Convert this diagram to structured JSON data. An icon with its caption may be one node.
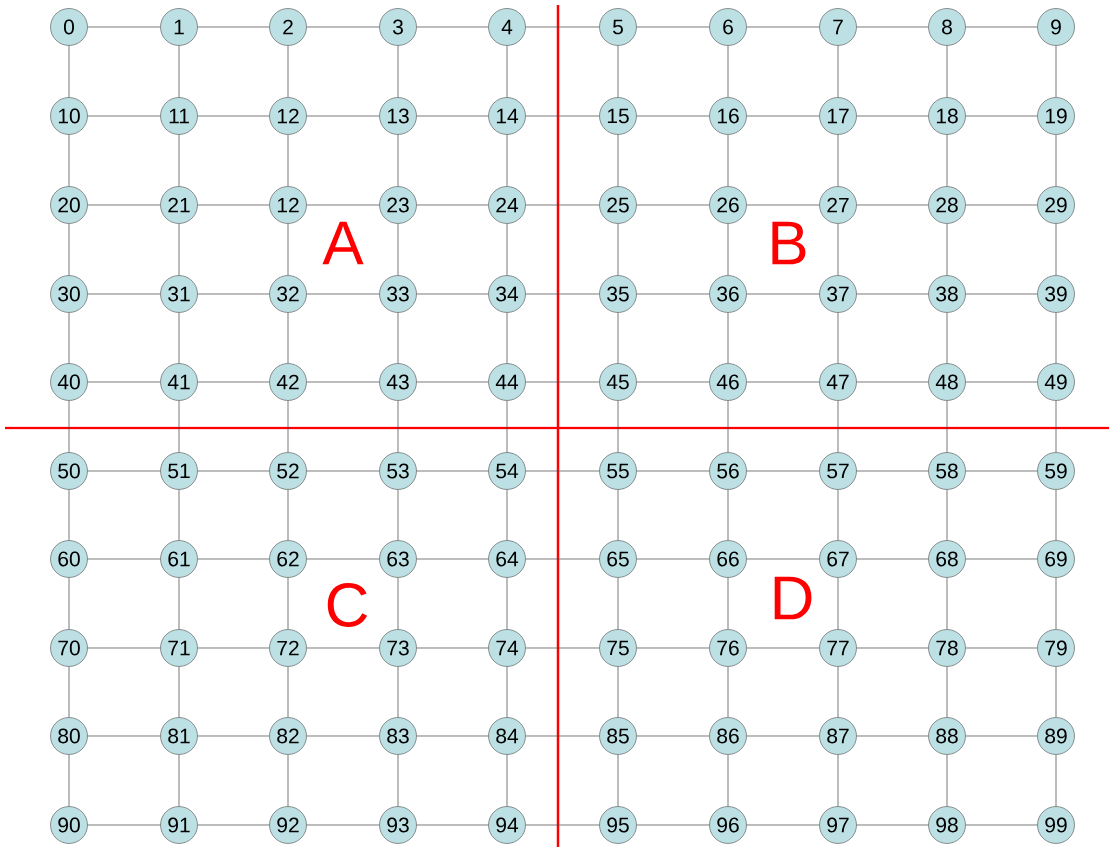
{
  "diagram": {
    "nodes": [
      {
        "text": [
          "0"
        ]
      },
      {
        "text": [
          "1"
        ]
      },
      {
        "text": [
          "2"
        ]
      },
      {
        "text": [
          "3"
        ]
      },
      {
        "text": [
          "4"
        ]
      },
      {
        "text": [
          "5"
        ]
      },
      {
        "text": [
          "6"
        ]
      },
      {
        "text": [
          "7"
        ]
      },
      {
        "text": [
          "8"
        ]
      },
      {
        "text": [
          "9"
        ]
      },
      {
        "text": [
          "10"
        ]
      },
      {
        "text": [
          "11"
        ]
      },
      {
        "text": [
          "12"
        ]
      },
      {
        "text": [
          "13"
        ]
      },
      {
        "text": [
          "14"
        ]
      },
      {
        "text": [
          "15"
        ]
      },
      {
        "text": [
          "16"
        ]
      },
      {
        "text": [
          "17"
        ]
      },
      {
        "text": [
          "18"
        ]
      },
      {
        "text": [
          "19"
        ]
      },
      {
        "text": [
          "20"
        ]
      },
      {
        "text": [
          "21"
        ]
      },
      {
        "text": [
          "12"
        ]
      },
      {
        "text": [
          "23"
        ]
      },
      {
        "text": [
          "24"
        ]
      },
      {
        "text": [
          "25"
        ]
      },
      {
        "text": [
          "26"
        ]
      },
      {
        "text": [
          "27"
        ]
      },
      {
        "text": [
          "28"
        ]
      },
      {
        "text": [
          "29"
        ]
      },
      {
        "text": [
          "30"
        ]
      },
      {
        "text": [
          "31"
        ]
      },
      {
        "text": [
          "32"
        ]
      },
      {
        "text": [
          "33"
        ]
      },
      {
        "text": [
          "34"
        ]
      },
      {
        "text": [
          "35"
        ]
      },
      {
        "text": [
          "36"
        ]
      },
      {
        "text": [
          "37"
        ]
      },
      {
        "text": [
          "38"
        ]
      },
      {
        "text": [
          "39"
        ]
      },
      {
        "text": [
          "40"
        ]
      },
      {
        "text": [
          "41"
        ]
      },
      {
        "text": [
          "42"
        ]
      },
      {
        "text": [
          "43"
        ]
      },
      {
        "text": [
          "44"
        ]
      },
      {
        "text": [
          "45"
        ]
      },
      {
        "text": [
          "46"
        ]
      },
      {
        "text": [
          "47"
        ]
      },
      {
        "text": [
          "48"
        ]
      },
      {
        "text": [
          "49"
        ]
      },
      {
        "text": [
          "50"
        ]
      },
      {
        "text": [
          "51"
        ]
      },
      {
        "text": [
          "52"
        ]
      },
      {
        "text": [
          "53"
        ]
      },
      {
        "text": [
          "54"
        ]
      },
      {
        "text": [
          "55"
        ]
      },
      {
        "text": [
          "56"
        ]
      },
      {
        "text": [
          "57"
        ]
      },
      {
        "text": [
          "58"
        ]
      },
      {
        "text": [
          "59"
        ]
      },
      {
        "text": [
          "60"
        ]
      },
      {
        "text": [
          "61"
        ]
      },
      {
        "text": [
          "62"
        ]
      },
      {
        "text": [
          "63"
        ]
      },
      {
        "text": [
          "64"
        ]
      },
      {
        "text": [
          "65"
        ]
      },
      {
        "text": [
          "66"
        ]
      },
      {
        "text": [
          "67"
        ]
      },
      {
        "text": [
          "68"
        ]
      },
      {
        "text": [
          "69"
        ]
      },
      {
        "text": [
          "70"
        ]
      },
      {
        "text": [
          "71"
        ]
      },
      {
        "text": [
          "72"
        ]
      },
      {
        "text": [
          "73"
        ]
      },
      {
        "text": [
          "74"
        ]
      },
      {
        "text": [
          "75"
        ]
      },
      {
        "text": [
          "76"
        ]
      },
      {
        "text": [
          "77"
        ]
      },
      {
        "text": [
          "78"
        ]
      },
      {
        "text": [
          "79"
        ]
      },
      {
        "text": [
          "80"
        ]
      },
      {
        "text": [
          "81"
        ]
      },
      {
        "text": [
          "82"
        ]
      },
      {
        "text": [
          "83"
        ]
      },
      {
        "text": [
          "84"
        ]
      },
      {
        "text": [
          "85"
        ]
      },
      {
        "text": [
          "86"
        ]
      },
      {
        "text": [
          "87"
        ]
      },
      {
        "text": [
          "88"
        ]
      },
      {
        "text": [
          "89"
        ]
      },
      {
        "text": [
          "90"
        ]
      },
      {
        "text": [
          "91"
        ]
      },
      {
        "text": [
          "92"
        ]
      },
      {
        "text": [
          "93"
        ]
      },
      {
        "text": [
          "94"
        ]
      },
      {
        "text": [
          "95"
        ]
      },
      {
        "text": [
          "96"
        ]
      },
      {
        "text": [
          "97"
        ]
      },
      {
        "text": [
          "98"
        ]
      },
      {
        "text": [
          "99"
        ]
      }
    ],
    "edges": [
      {
        "from": 0,
        "to": 1,
        "arrow": "none"
      },
      {
        "from": 1,
        "to": 2,
        "arrow": "none"
      },
      {
        "from": 2,
        "to": 3,
        "arrow": "none"
      },
      {
        "from": 3,
        "to": 4,
        "arrow": "none"
      },
      {
        "from": 4,
        "to": 5,
        "arrow": "none"
      },
      {
        "from": 5,
        "to": 6,
        "arrow": "none"
      },
      {
        "from": 6,
        "to": 7,
        "arrow": "none"
      },
      {
        "from": 7,
        "to": 8,
        "arrow": "none"
      },
      {
        "from": 8,
        "to": 9,
        "arrow": "none"
      },
      {
        "from": 10,
        "to": 11,
        "arrow": "none"
      },
      {
        "from": 11,
        "to": 12,
        "arrow": "none"
      },
      {
        "from": 12,
        "to": 13,
        "arrow": "none"
      },
      {
        "from": 13,
        "to": 14,
        "arrow": "none"
      },
      {
        "from": 14,
        "to": 15,
        "arrow": "none"
      },
      {
        "from": 15,
        "to": 16,
        "arrow": "none"
      },
      {
        "from": 16,
        "to": 17,
        "arrow": "none"
      },
      {
        "from": 17,
        "to": 18,
        "arrow": "none"
      },
      {
        "from": 18,
        "to": 19,
        "arrow": "none"
      },
      {
        "from": 20,
        "to": 21,
        "arrow": "none"
      },
      {
        "from": 21,
        "to": 22,
        "arrow": "none"
      },
      {
        "from": 22,
        "to": 23,
        "arrow": "none"
      },
      {
        "from": 23,
        "to": 24,
        "arrow": "none"
      },
      {
        "from": 24,
        "to": 25,
        "arrow": "none"
      },
      {
        "from": 25,
        "to": 26,
        "arrow": "none"
      },
      {
        "from": 26,
        "to": 27,
        "arrow": "none"
      },
      {
        "from": 27,
        "to": 28,
        "arrow": "none"
      },
      {
        "from": 28,
        "to": 29,
        "arrow": "none"
      },
      {
        "from": 30,
        "to": 31,
        "arrow": "none"
      },
      {
        "from": 31,
        "to": 32,
        "arrow": "none"
      },
      {
        "from": 32,
        "to": 33,
        "arrow": "none"
      },
      {
        "from": 33,
        "to": 34,
        "arrow": "none"
      },
      {
        "from": 34,
        "to": 35,
        "arrow": "none"
      },
      {
        "from": 35,
        "to": 36,
        "arrow": "none"
      },
      {
        "from": 36,
        "to": 37,
        "arrow": "none"
      },
      {
        "from": 37,
        "to": 38,
        "arrow": "none"
      },
      {
        "from": 38,
        "to": 39,
        "arrow": "none"
      },
      {
        "from": 40,
        "to": 41,
        "arrow": "none"
      },
      {
        "from": 41,
        "to": 42,
        "arrow": "none"
      },
      {
        "from": 42,
        "to": 43,
        "arrow": "none"
      },
      {
        "from": 43,
        "to": 44,
        "arrow": "none"
      },
      {
        "from": 44,
        "to": 45,
        "arrow": "none"
      },
      {
        "from": 45,
        "to": 46,
        "arrow": "none"
      },
      {
        "from": 46,
        "to": 47,
        "arrow": "none"
      },
      {
        "from": 47,
        "to": 48,
        "arrow": "none"
      },
      {
        "from": 48,
        "to": 49,
        "arrow": "none"
      },
      {
        "from": 50,
        "to": 51,
        "arrow": "none"
      },
      {
        "from": 51,
        "to": 52,
        "arrow": "none"
      },
      {
        "from": 52,
        "to": 53,
        "arrow": "none"
      },
      {
        "from": 53,
        "to": 54,
        "arrow": "none"
      },
      {
        "from": 54,
        "to": 55,
        "arrow": "none"
      },
      {
        "from": 55,
        "to": 56,
        "arrow": "none"
      },
      {
        "from": 56,
        "to": 57,
        "arrow": "none"
      },
      {
        "from": 57,
        "to": 58,
        "arrow": "none"
      },
      {
        "from": 58,
        "to": 59,
        "arrow": "none"
      },
      {
        "from": 60,
        "to": 61,
        "arrow": "none"
      },
      {
        "from": 61,
        "to": 62,
        "arrow": "none"
      },
      {
        "from": 62,
        "to": 63,
        "arrow": "none"
      },
      {
        "from": 63,
        "to": 64,
        "arrow": "none"
      },
      {
        "from": 64,
        "to": 65,
        "arrow": "none"
      },
      {
        "from": 65,
        "to": 66,
        "arrow": "none"
      },
      {
        "from": 66,
        "to": 67,
        "arrow": "none"
      },
      {
        "from": 67,
        "to": 68,
        "arrow": "none"
      },
      {
        "from": 68,
        "to": 69,
        "arrow": "none"
      },
      {
        "from": 70,
        "to": 71,
        "arrow": "none"
      },
      {
        "from": 71,
        "to": 72,
        "arrow": "none"
      },
      {
        "from": 72,
        "to": 73,
        "arrow": "none"
      },
      {
        "from": 73,
        "to": 74,
        "arrow": "none"
      },
      {
        "from": 74,
        "to": 75,
        "arrow": "none"
      },
      {
        "from": 75,
        "to": 76,
        "arrow": "none"
      },
      {
        "from": 76,
        "to": 77,
        "arrow": "none"
      },
      {
        "from": 77,
        "to": 78,
        "arrow": "none"
      },
      {
        "from": 78,
        "to": 79,
        "arrow": "none"
      },
      {
        "from": 80,
        "to": 81,
        "arrow": "none"
      },
      {
        "from": 81,
        "to": 82,
        "arrow": "none"
      },
      {
        "from": 82,
        "to": 83,
        "arrow": "none"
      },
      {
        "from": 83,
        "to": 84,
        "arrow": "none"
      },
      {
        "from": 84,
        "to": 85,
        "arrow": "none"
      },
      {
        "from": 85,
        "to": 86,
        "arrow": "none"
      },
      {
        "from": 86,
        "to": 87,
        "arrow": "none"
      },
      {
        "from": 87,
        "to": 88,
        "arrow": "none"
      },
      {
        "from": 88,
        "to": 89,
        "arrow": "none"
      },
      {
        "from": 90,
        "to": 91,
        "arrow": "none"
      },
      {
        "from": 91,
        "to": 92,
        "arrow": "none"
      },
      {
        "from": 92,
        "to": 93,
        "arrow": "none"
      },
      {
        "from": 93,
        "to": 94,
        "arrow": "none"
      },
      {
        "from": 94,
        "to": 95,
        "arrow": "none"
      },
      {
        "from": 95,
        "to": 96,
        "arrow": "none"
      },
      {
        "from": 96,
        "to": 97,
        "arrow": "none"
      },
      {
        "from": 97,
        "to": 98,
        "arrow": "none"
      },
      {
        "from": 98,
        "to": 99,
        "arrow": "none"
      },
      {
        "from": 0,
        "to": 10,
        "arrow": "none"
      },
      {
        "from": 1,
        "to": 11,
        "arrow": "none"
      },
      {
        "from": 2,
        "to": 12,
        "arrow": "none"
      },
      {
        "from": 3,
        "to": 13,
        "arrow": "none"
      },
      {
        "from": 4,
        "to": 14,
        "arrow": "none"
      },
      {
        "from": 5,
        "to": 15,
        "arrow": "none"
      },
      {
        "from": 6,
        "to": 16,
        "arrow": "none"
      },
      {
        "from": 7,
        "to": 17,
        "arrow": "none"
      },
      {
        "from": 8,
        "to": 18,
        "arrow": "none"
      },
      {
        "from": 9,
        "to": 19,
        "arrow": "none"
      },
      {
        "from": 10,
        "to": 20,
        "arrow": "none"
      },
      {
        "from": 11,
        "to": 21,
        "arrow": "none"
      },
      {
        "from": 12,
        "to": 22,
        "arrow": "none"
      },
      {
        "from": 13,
        "to": 23,
        "arrow": "none"
      },
      {
        "from": 14,
        "to": 24,
        "arrow": "none"
      },
      {
        "from": 15,
        "to": 25,
        "arrow": "none"
      },
      {
        "from": 16,
        "to": 26,
        "arrow": "none"
      },
      {
        "from": 17,
        "to": 27,
        "arrow": "none"
      },
      {
        "from": 18,
        "to": 28,
        "arrow": "none"
      },
      {
        "from": 19,
        "to": 29,
        "arrow": "none"
      },
      {
        "from": 20,
        "to": 30,
        "arrow": "none"
      },
      {
        "from": 21,
        "to": 31,
        "arrow": "none"
      },
      {
        "from": 22,
        "to": 32,
        "arrow": "none"
      },
      {
        "from": 23,
        "to": 33,
        "arrow": "none"
      },
      {
        "from": 24,
        "to": 34,
        "arrow": "none"
      },
      {
        "from": 25,
        "to": 35,
        "arrow": "none"
      },
      {
        "from": 26,
        "to": 36,
        "arrow": "none"
      },
      {
        "from": 27,
        "to": 37,
        "arrow": "none"
      },
      {
        "from": 28,
        "to": 38,
        "arrow": "none"
      },
      {
        "from": 29,
        "to": 39,
        "arrow": "none"
      },
      {
        "from": 30,
        "to": 40,
        "arrow": "none"
      },
      {
        "from": 31,
        "to": 41,
        "arrow": "none"
      },
      {
        "from": 32,
        "to": 42,
        "arrow": "none"
      },
      {
        "from": 33,
        "to": 43,
        "arrow": "none"
      },
      {
        "from": 34,
        "to": 44,
        "arrow": "none"
      },
      {
        "from": 35,
        "to": 45,
        "arrow": "none"
      },
      {
        "from": 36,
        "to": 46,
        "arrow": "none"
      },
      {
        "from": 37,
        "to": 47,
        "arrow": "none"
      },
      {
        "from": 38,
        "to": 48,
        "arrow": "none"
      },
      {
        "from": 39,
        "to": 49,
        "arrow": "none"
      },
      {
        "from": 40,
        "to": 50,
        "arrow": "none"
      },
      {
        "from": 41,
        "to": 51,
        "arrow": "none"
      },
      {
        "from": 42,
        "to": 52,
        "arrow": "none"
      },
      {
        "from": 43,
        "to": 53,
        "arrow": "none"
      },
      {
        "from": 44,
        "to": 54,
        "arrow": "none"
      },
      {
        "from": 45,
        "to": 55,
        "arrow": "none"
      },
      {
        "from": 46,
        "to": 56,
        "arrow": "none"
      },
      {
        "from": 47,
        "to": 57,
        "arrow": "none"
      },
      {
        "from": 48,
        "to": 58,
        "arrow": "none"
      },
      {
        "from": 49,
        "to": 59,
        "arrow": "none"
      },
      {
        "from": 50,
        "to": 60,
        "arrow": "none"
      },
      {
        "from": 51,
        "to": 61,
        "arrow": "none"
      },
      {
        "from": 52,
        "to": 62,
        "arrow": "none"
      },
      {
        "from": 53,
        "to": 63,
        "arrow": "none"
      },
      {
        "from": 54,
        "to": 64,
        "arrow": "none"
      },
      {
        "from": 55,
        "to": 65,
        "arrow": "none"
      },
      {
        "from": 56,
        "to": 66,
        "arrow": "none"
      },
      {
        "from": 57,
        "to": 67,
        "arrow": "none"
      },
      {
        "from": 58,
        "to": 68,
        "arrow": "none"
      },
      {
        "from": 59,
        "to": 69,
        "arrow": "none"
      },
      {
        "from": 60,
        "to": 70,
        "arrow": "none"
      },
      {
        "from": 61,
        "to": 71,
        "arrow": "none"
      },
      {
        "from": 62,
        "to": 72,
        "arrow": "none"
      },
      {
        "from": 63,
        "to": 73,
        "arrow": "none"
      },
      {
        "from": 64,
        "to": 74,
        "arrow": "none"
      },
      {
        "from": 65,
        "to": 75,
        "arrow": "none"
      },
      {
        "from": 66,
        "to": 76,
        "arrow": "none"
      },
      {
        "from": 67,
        "to": 77,
        "arrow": "none"
      },
      {
        "from": 68,
        "to": 78,
        "arrow": "none"
      },
      {
        "from": 69,
        "to": 79,
        "arrow": "none"
      },
      {
        "from": 70,
        "to": 80,
        "arrow": "none"
      },
      {
        "from": 71,
        "to": 81,
        "arrow": "none"
      },
      {
        "from": 72,
        "to": 82,
        "arrow": "none"
      },
      {
        "from": 73,
        "to": 83,
        "arrow": "none"
      },
      {
        "from": 74,
        "to": 84,
        "arrow": "none"
      },
      {
        "from": 75,
        "to": 85,
        "arrow": "none"
      },
      {
        "from": 76,
        "to": 86,
        "arrow": "none"
      },
      {
        "from": 77,
        "to": 87,
        "arrow": "none"
      },
      {
        "from": 78,
        "to": 88,
        "arrow": "none"
      },
      {
        "from": 79,
        "to": 89,
        "arrow": "none"
      },
      {
        "from": 80,
        "to": 90,
        "arrow": "none"
      },
      {
        "from": 81,
        "to": 91,
        "arrow": "none"
      },
      {
        "from": 82,
        "to": 92,
        "arrow": "none"
      },
      {
        "from": 83,
        "to": 93,
        "arrow": "none"
      },
      {
        "from": 84,
        "to": 94,
        "arrow": "none"
      },
      {
        "from": 85,
        "to": 95,
        "arrow": "none"
      },
      {
        "from": 86,
        "to": 96,
        "arrow": "none"
      },
      {
        "from": 87,
        "to": 97,
        "arrow": "none"
      },
      {
        "from": 88,
        "to": 98,
        "arrow": "none"
      },
      {
        "from": 89,
        "to": 99,
        "arrow": "none"
      }
    ],
    "labels": [
      "A",
      "B",
      "C",
      "D"
    ]
  }
}
